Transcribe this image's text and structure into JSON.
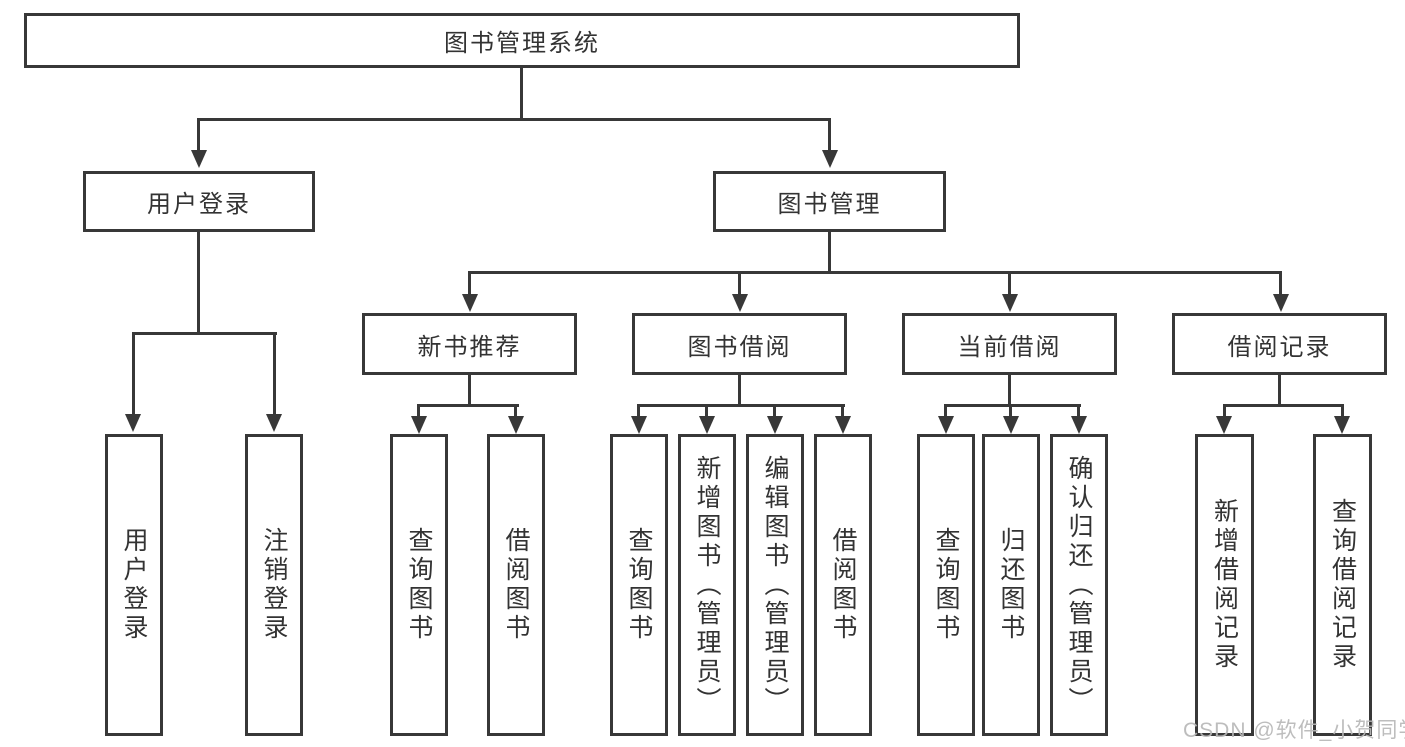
{
  "diagram": {
    "root": {
      "label": "图书管理系统"
    },
    "level2": [
      {
        "label": "用户登录"
      },
      {
        "label": "图书管理"
      }
    ],
    "level3": [
      {
        "label": "新书推荐"
      },
      {
        "label": "图书借阅"
      },
      {
        "label": "当前借阅"
      },
      {
        "label": "借阅记录"
      }
    ],
    "leaves": {
      "user_login": [
        "用户登录",
        "注销登录"
      ],
      "new_book": [
        "查询图书",
        "借阅图书"
      ],
      "book_borrow": [
        "查询图书",
        "新增图书（管理员）",
        "编辑图书（管理员）",
        "借阅图书"
      ],
      "current_borrow": [
        "查询图书",
        "归还图书",
        "确认归还（管理员）"
      ],
      "borrow_record": [
        "新增借阅记录",
        "查询借阅记录"
      ]
    }
  },
  "watermark": "CSDN @软件_小贺同学",
  "colors": {
    "line": "#383838",
    "text": "#333333",
    "background": "#ffffff",
    "watermark": "#b8b8b8"
  }
}
